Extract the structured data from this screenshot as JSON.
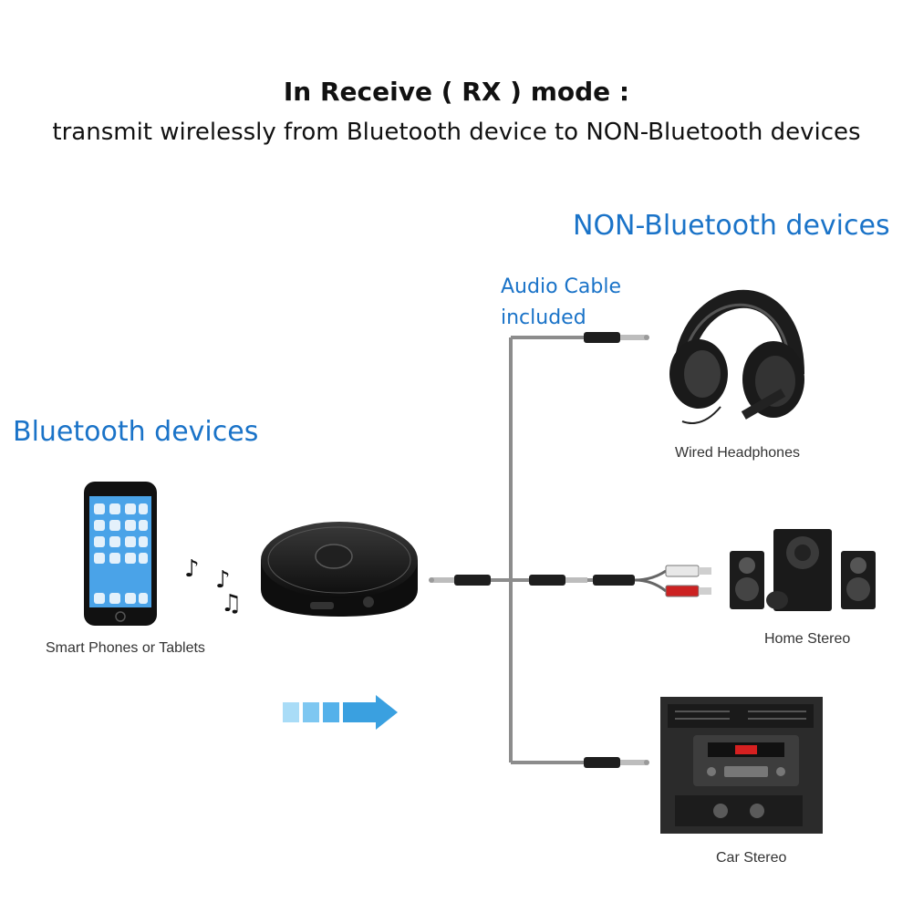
{
  "header": {
    "title": "In Receive ( RX ) mode :",
    "subtitle": "transmit wirelessly from Bluetooth device to NON-Bluetooth devices"
  },
  "groups": {
    "non_bluetooth": "NON-Bluetooth devices",
    "bluetooth": "Bluetooth devices"
  },
  "cable_note": {
    "line1": "Audio Cable",
    "line2": "included"
  },
  "devices": {
    "phone": "Smart Phones or Tablets",
    "headphones": "Wired Headphones",
    "stereo": "Home Stereo",
    "car": "Car Stereo"
  },
  "colors": {
    "accent_blue": "#1a73c8",
    "arrow_blue": "#3aa0e0"
  }
}
